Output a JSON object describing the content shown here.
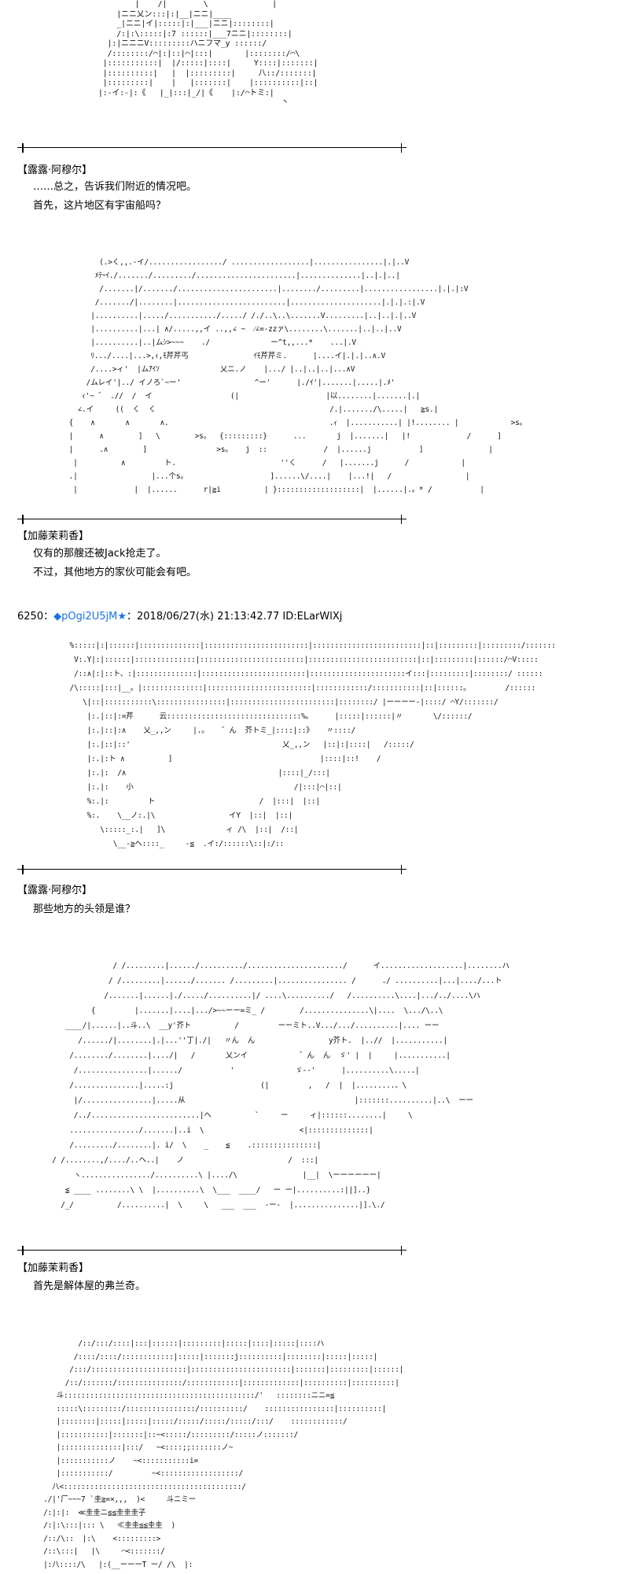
{
  "blocks": [
    {
      "art": "              |    /|        \\              |\n          |ニニ乂ン:::|:|__|ニニ|____\n          _|ニニ|イ|:::::|:|___|ニニ|::::::::|\n          /:|:\\:::::|:7 ::::::|___7ニニ|::::::::|\n        |:|ニニニV:::::::::ハニフマ_y ::::::/\n        /::::::::/⌒|:|::|⌒|:::|       |::::::::/⌒\\\n       |:::::::::::|  |/:::::|::::|     Y::::|:::::::|\n       |::::::::::|   |  |:::::::::|     八::/:::::::|\n       |:::::::::|    |   |:::::::|    |::::::::::|::|\n      |:-イ:-|:《   |_|:::|_/|《    |:/⌒トミ:|\n                                              丶",
      "speaker": "【露露·阿穆尔】",
      "lines": [
        "……总之，告诉我们附近的情况吧。",
        "首先，这片地区有宇宙船吗？"
      ]
    },
    {
      "art": "            (.>く,,.-イ/................./ ..................|................|.|..V\n           ﾒﾃｰｲ./......./........./.......................|..............|..|.|..|\n            /.......|/......./.......................|......../.........|.................|.|.|:V\n           /......./|........|.........................|.....................|.|.|.:|.V\n          |..........|...../.........../...../ /./..\\..\\.......V.........|..|..|.|..V\n          |..........|...| ∧/.....,,イ ..,,∠ ~  ⁄∠=-zzァ\\........\\.......|..|..|..V\n          |..........|..|ムｼ>~~~    ./              ー^t,,...*    ...|.V\n          ﾘ.../....|...>,ｨ,ﾓ芹芹丐               ｲﾓ芹芹ミ.      |....イ|.|.|..∧.V\n          /....>ィ'  |ムｱｲｿ              乂ニ.ノ    |.../ |..|..|..|...∧V\n         /ムレイ'|../ イノろ`~ー'                 ^ー'      |./ｲ'|.......|.....|.ﾒ'\n        ｨ'~ ゛ .//  /  イ                  (|                    |以........|.......|.|\n       ∠.イ     ((  く  く                                        /.|......./\\.....|   ≧s.|\n     {    ∧       ∧       ∧.                                     .ｨ  |...........| |!........ |            >s。\n     |      ∧        ]   \\        >s。  {:::::::::}      ...       j  |.......|   |!             /      ]\n     |      .∧        ]                >s。   j  ::             /  |......j           ]               |\n      |          ∧         ト.                        ''く      /   |.......j      /            |\n     .|                 |...个s。                   ]......\\/....|    |...!|   /                 |\n      |             |  |......      r|≧i          | }:::::::::::::::::::|  |......|.。* /           |",
      "speaker": "【加藤茉莉香】",
      "lines": [
        "仅有的那艘还被Jack抢走了。",
        "不过，其他地方的家伙可能会有吧。"
      ]
    },
    {
      "post": {
        "number": "6250",
        "sep": "：",
        "diamond": "◆",
        "trip": "pOgi2U5jM",
        "star": "★",
        "rest": "：2018/06/27(水) 21:13:42.77 ID:ELarWlXj"
      },
      "art": "   %:::::|:|::::::|::::::::::::::|::::::::::::::::::::::::|:::::::::::::::::::::::::|::|:::::::::|:::::::::/:::::::\n    V:.Y|:|::::::|::::::::::::::|::::::::::::::::::::::::|:::::::::::::::::::::::::|::|:::::::::|::::::/⌒V:::::\n    /::∧|:|::ト、:|::::::::::::::|::::::::::::::::::::::::|::::::::::::::::::::::イ:::|:::::::::|::::::::/ ::::::\n   /\\:::::|:::|__。|::::::::::::::|::::::::::::::::::::::::|::::::::::::/:::::::::::|::|::::::。        /::::::\n      \\|::|:::::::::::\\::::::::::::::::|::::::::::::::::::::::::|::::::::/ |ーーーー‐|::::/ ⌒Y/:::::::/\n       |:.|::|:=芹      云:::::::::::::::::::::::::::::::%。     |:::::|::::::|〃       \\/::::::/\n       |:.|::|:∧    乂_,,ン     |.。   ゛ん  芥トミ_|::::|::》   〃::::/\n       |:.|::|::'                                   乂_,,ン   |::|:|::::|   /:::::/\n       |:.|:ト ∧          ]                                  |::::|::!    /\n       |:.|:  /∧                                   |::::|_/:::|\n       |:.|:    小                                     /|:::|⌒|::|\n       %:.|:         ト                        /  |:::|  |::|\n       %:.    \\__ノ:.|\\                 イY  |::|  |::|\n          \\:::::_:.|   ]\\              ィ /\\  |::|  /::|\n             \\__-≧ヘ::::_     -≦  .イ:/::::::\\::|:/::",
      "speaker": "【露露·阿穆尔】",
      "lines": [
        "那些地方的头领是谁？"
      ]
    },
    {
      "art": "                      / /.........|....../........../....................../      イ...................|........ハ\n                     / /.........|....../....... /.........|................ /      ./ ..........|...|..../...ト\n                    /.......|......|./...../..........|/ ....\\........../   /..........\\....|.../../....\\ハ\n                 {         |.......|....|.../>~~ーー=ミ_ /        /...............\\|....  \\.../\\..\\\n           ____/|......|..斗..\\  __y'芥ト          /         ーーミト..V.../.../..........|.... ーー\n              /....../|........|.|...''丁|./|   〃ん  ん                 y芥ト.  |..//  |...........|\n            /......../........|..../|   /       乂ンイ            ゛ん  ん  ゞ' |  |     |...........|\n             /................|....../           '              ゞ--'      |..........\\.....|\n            /...............|.....:j                    (|         ,   /  |  |.........、\\\n             |/................|.....从                                       |:::::::..........|..\\  ーー\n             /../.........................|ヘ          `     ー     ィ|::::::........|     \\\n            ................/.......|..i  \\                      <|::::::::::::::|\n            /........./........|. i/  \\    _    ≦    .:::::::::::::::|\n        / /........,/..../..ヘ..|    ノ                        /  :::|\n             ヽ................/..........\\ |..../\\               |__|  \\ーーーーーー|\n           ≦ ____ ........\\ \\  |..........\\  \\___  ____/   ー ー|..........:||]..}\n          /_/          /..........|  \\     \\   ___  ___  -ー-  |...............|].\\./",
      "speaker": "【加藤茉莉香】",
      "lines": [
        "首先是解体屋的弗兰奇。"
      ]
    },
    {
      "art": "              /::/:::/::::|:::|::::::|:::::::::|:::::|::::|:::::|::::ハ\n             /::::/::::/::::::::::::|:::::|:::::::j::::::::::|::::::::|:::::|:::::|\n            /:::/::::::::::::::::::::::|:::::::::::::::::::::::|:::::::|:::::::::|::::::|\n           /::/:::::::/:::::::::::::::/::::::::::::|:::::::::::::|::::::::::|::::::::::|\n         斗::::::::::::::::::::::::::::::::::::::::::::/'   ::::::::ニニ=≦\n         :::::\\:::::::::/::::::::::::::::/::::::::::/    ::::::::::::::::|::::::::::|\n         |::::::::|:::::|:::::|:::::/:::::/:::::/:::::/:::/    ::::::::::::/\n         |:::::::::::|:::::::|::~<:::::/:::::::::/:::::ノ:::::::/\n         |::::::::::::::|:::/   ~<::::;;:::::::ノ~\n         |:::::::::::ノ    ~<:::::::::::i=\n         |:::::::::::/         ~<::::::::::::::::::/\n        八<:::::::::::::::::::::::::::::::::::::::::/\n      ./|'厂~~~7 `圭≧=×,,,  )<     斗ニミー\n      /:|:|:  ≪圭圭ニ≦≦圭圭圭子\n      /:|:\\:::|::: \\   ≪圭圭≦≦圭圭  )\n      /::/\\::  |:\\    <:::::::::>\n      /::\\:::|   |\\     ⌒<:::::::/\n      |:八::::/\\   |:(__ーーーT ー/ /\\  |:"
    }
  ]
}
